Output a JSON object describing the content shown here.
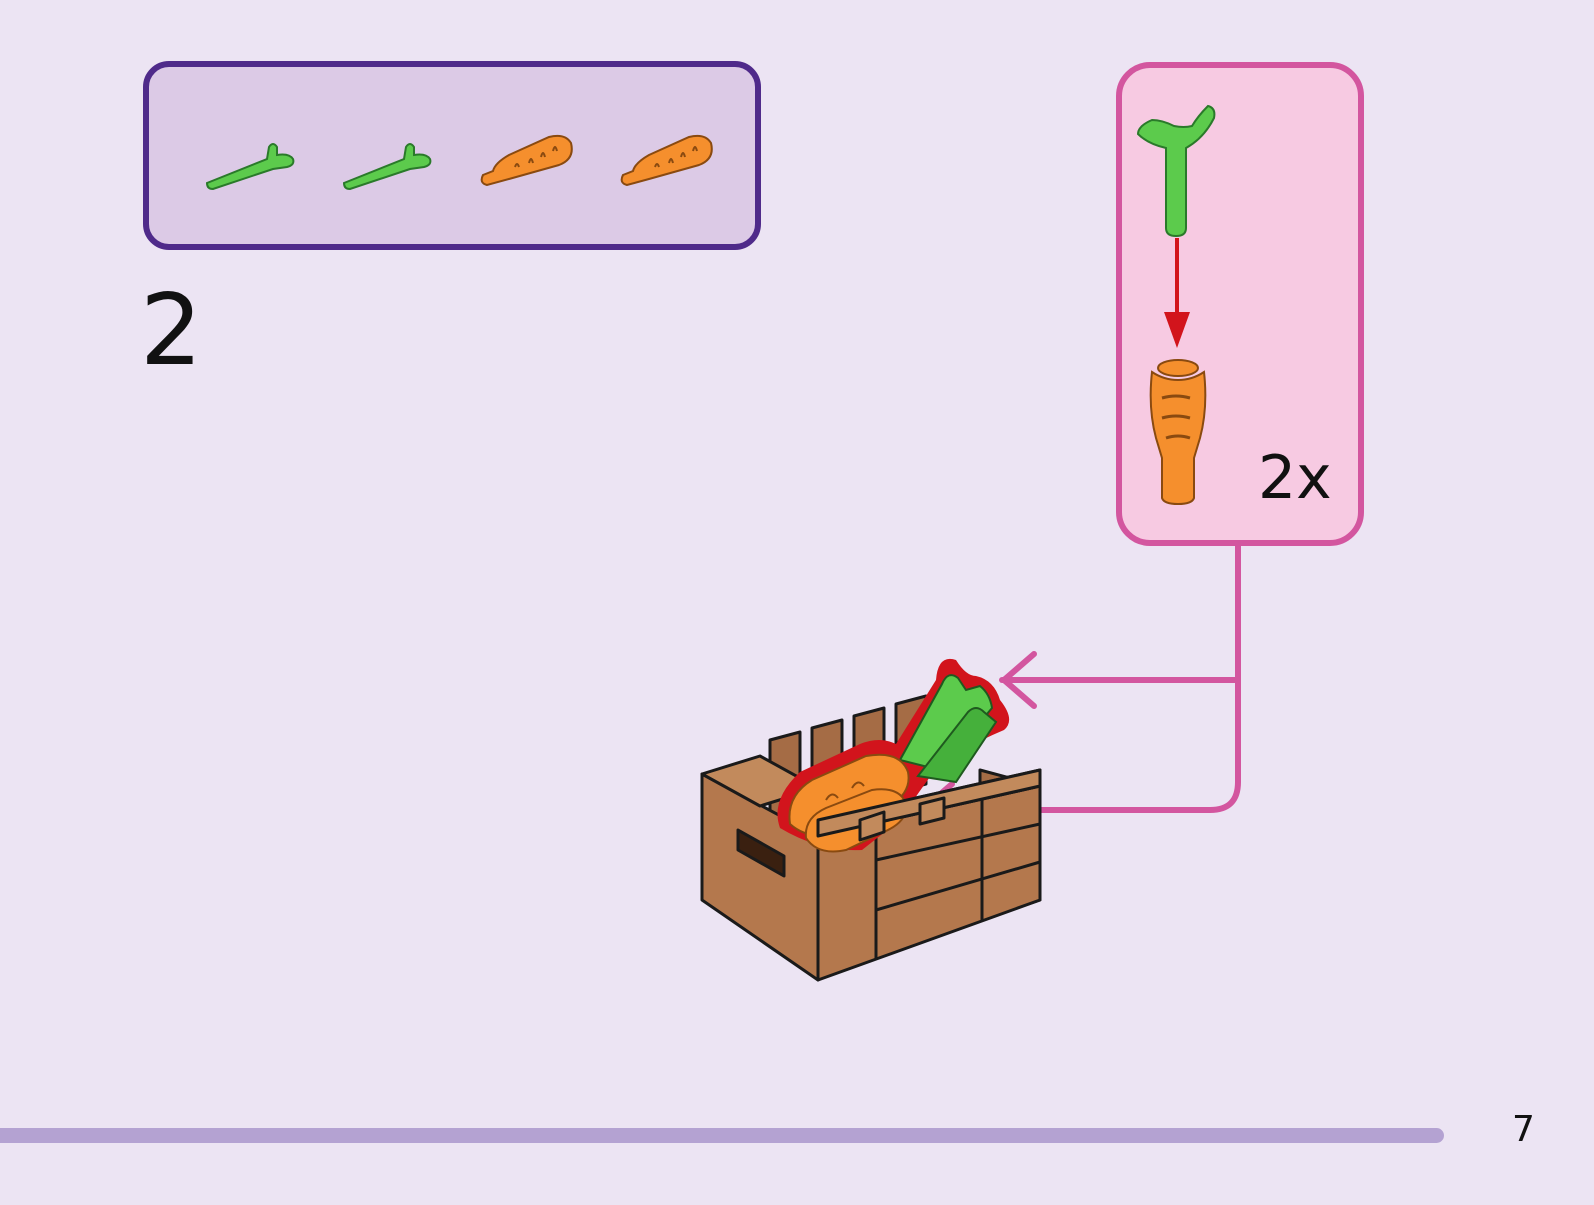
{
  "step": {
    "number": "2"
  },
  "parts_list": {
    "items": [
      {
        "icon": "green-stem-icon",
        "color": "#5ccb4c"
      },
      {
        "icon": "green-stem-icon",
        "color": "#5ccb4c"
      },
      {
        "icon": "orange-carrot-icon",
        "color": "#f58f2d"
      },
      {
        "icon": "orange-carrot-icon",
        "color": "#f58f2d"
      }
    ]
  },
  "sub_assembly": {
    "multiplier": "2x"
  },
  "page": {
    "number": "7",
    "progress": 1.0
  },
  "colors": {
    "background": "#ece4f3",
    "parts_box_border": "#4f2a8a",
    "parts_box_fill": "#dccae6",
    "callout_border": "#d3569f",
    "callout_fill": "#f7cae2",
    "arrow": "#d3569f",
    "highlight": "#d2141c",
    "crate": "#b4784d"
  }
}
